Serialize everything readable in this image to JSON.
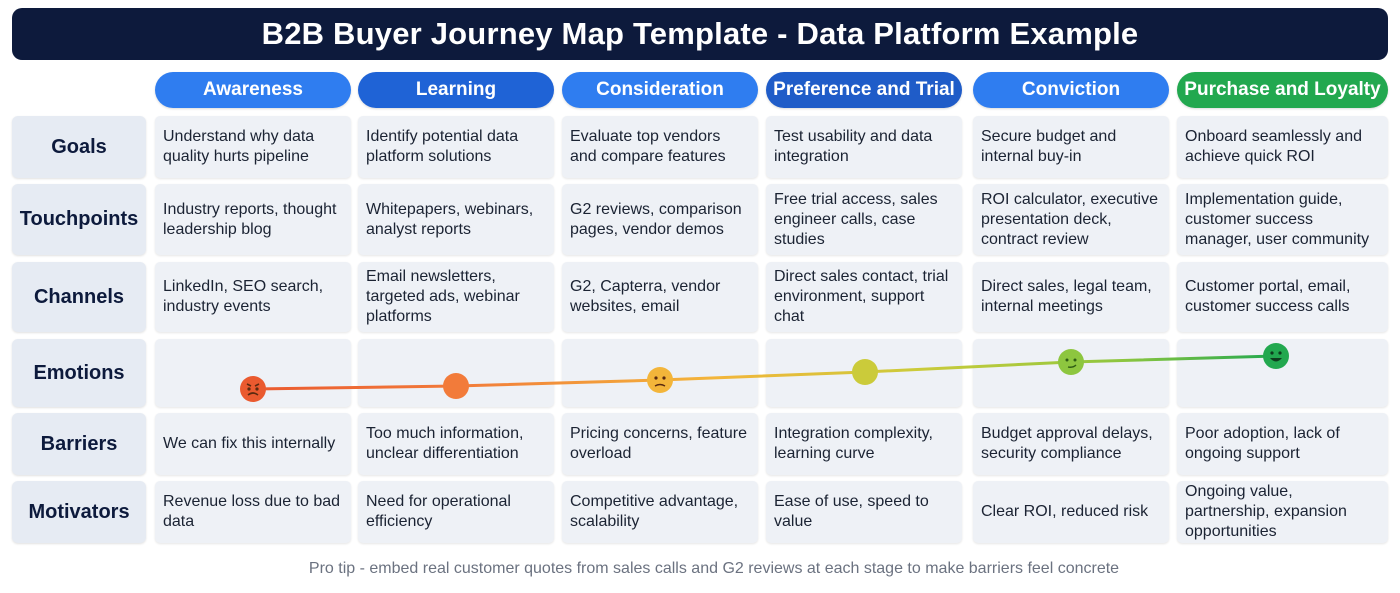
{
  "title": "B2B Buyer Journey Map Template - Data Platform Example",
  "stages": [
    {
      "label": "Awareness",
      "color": "#2f7df0"
    },
    {
      "label": "Learning",
      "color": "#1f63d6"
    },
    {
      "label": "Consideration",
      "color": "#2f7df0"
    },
    {
      "label": "Preference and Trial",
      "color": "#1f5cc8"
    },
    {
      "label": "Conviction",
      "color": "#2f7df0"
    },
    {
      "label": "Purchase and Loyalty",
      "color": "#22a84f"
    }
  ],
  "rows": [
    {
      "label": "Goals",
      "cells": [
        "Understand why data quality hurts pipeline",
        "Identify potential data platform solutions",
        "Evaluate top vendors and compare features",
        "Test usability and data integration",
        "Secure budget and internal buy-in",
        "Onboard seamlessly and achieve quick ROI"
      ]
    },
    {
      "label": "Touchpoints",
      "cells": [
        "Industry reports, thought leadership blog",
        "Whitepapers, webinars, analyst reports",
        "G2 reviews, comparison pages, vendor demos",
        "Free trial access, sales engineer calls, case studies",
        "ROI calculator, executive presentation deck, contract review",
        "Implementation guide, customer success manager, user community"
      ]
    },
    {
      "label": "Channels",
      "cells": [
        "LinkedIn, SEO search, industry events",
        "Email newsletters, targeted ads, webinar platforms",
        "G2, Capterra, vendor websites, email",
        "Direct sales contact, trial environment, support chat",
        "Direct sales, legal team, internal meetings",
        "Customer portal, email, customer success calls"
      ]
    },
    {
      "label": "Emotions",
      "cells": [
        "",
        "",
        "",
        "",
        "",
        ""
      ]
    },
    {
      "label": "Barriers",
      "cells": [
        "We can fix this internally",
        "Too much information, unclear differentiation",
        "Pricing concerns, feature overload",
        "Integration complexity, learning curve",
        "Budget approval delays, security compliance",
        "Poor adoption, lack of ongoing support"
      ]
    },
    {
      "label": "Motivators",
      "cells": [
        "Revenue loss due to bad data",
        "Need for operational efficiency",
        "Competitive advantage, scalability",
        "Ease of use, speed to value",
        "Clear ROI, reduced risk",
        "Ongoing value, partnership, expansion opportunities"
      ]
    }
  ],
  "emotions": [
    {
      "face": "angry",
      "color": "#ea5a2f"
    },
    {
      "face": "none",
      "color": "#f27b3a"
    },
    {
      "face": "worried",
      "color": "#f3b53a"
    },
    {
      "face": "none",
      "color": "#cbcb3a"
    },
    {
      "face": "smirk",
      "color": "#8dc63f"
    },
    {
      "face": "happy",
      "color": "#22a84f"
    }
  ],
  "tip": "Pro tip - embed real customer quotes from sales calls and G2 reviews at each stage to make barriers feel concrete"
}
